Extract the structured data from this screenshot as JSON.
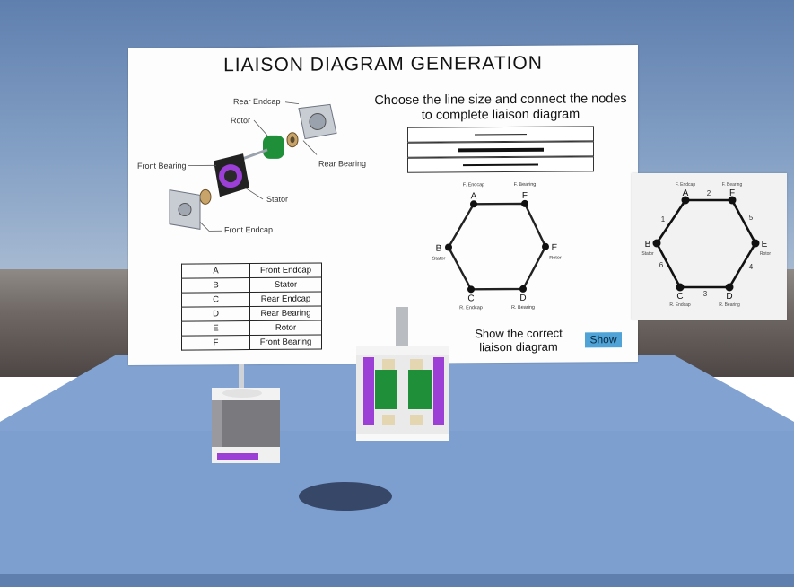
{
  "board": {
    "title": "LIAISON DIAGRAM GENERATION",
    "instruction": "Choose the line size and connect the nodes to complete liaison diagram",
    "line_sizes": [
      "thin",
      "thick",
      "medium"
    ],
    "show_prompt": "Show the correct liaison diagram",
    "show_button": "Show"
  },
  "exploded_view": {
    "labels": {
      "rear_endcap": "Rear Endcap",
      "rotor": "Rotor",
      "rear_bearing": "Rear Bearing",
      "front_bearing": "Front Bearing",
      "stator": "Stator",
      "front_endcap": "Front Endcap"
    }
  },
  "legend": [
    {
      "key": "A",
      "part": "Front Endcap"
    },
    {
      "key": "B",
      "part": "Stator"
    },
    {
      "key": "C",
      "part": "Rear Endcap"
    },
    {
      "key": "D",
      "part": "Rear Bearing"
    },
    {
      "key": "E",
      "part": "Rotor"
    },
    {
      "key": "F",
      "part": "Front Bearing"
    }
  ],
  "diagram": {
    "nodes": [
      {
        "id": "A",
        "label": "A",
        "caption": "F. Endcap"
      },
      {
        "id": "F",
        "label": "F",
        "caption": "F. Bearing"
      },
      {
        "id": "E",
        "label": "E",
        "caption": "Rotor"
      },
      {
        "id": "D",
        "label": "D",
        "caption": "R. Bearing"
      },
      {
        "id": "C",
        "label": "C",
        "caption": "R. Endcap"
      },
      {
        "id": "B",
        "label": "B",
        "caption": "Stator"
      }
    ]
  },
  "answer_diagram": {
    "nodes": [
      {
        "id": "A",
        "label": "A",
        "caption": "F. Endcap"
      },
      {
        "id": "F",
        "label": "F",
        "caption": "F. Bearing"
      },
      {
        "id": "E",
        "label": "E",
        "caption": "Rotor"
      },
      {
        "id": "D",
        "label": "D",
        "caption": "R. Bearing"
      },
      {
        "id": "C",
        "label": "C",
        "caption": "R. Endcap"
      },
      {
        "id": "B",
        "label": "B",
        "caption": "Stator"
      }
    ],
    "edge_numbers": [
      "1",
      "2",
      "3",
      "4",
      "5",
      "6"
    ]
  },
  "colors": {
    "sky": "#7a96bd",
    "floor": "#7d9fd0",
    "show_button": "#4fa3d7",
    "stator_purple": "#9b3fd6",
    "rotor_green": "#1f8f3a"
  }
}
